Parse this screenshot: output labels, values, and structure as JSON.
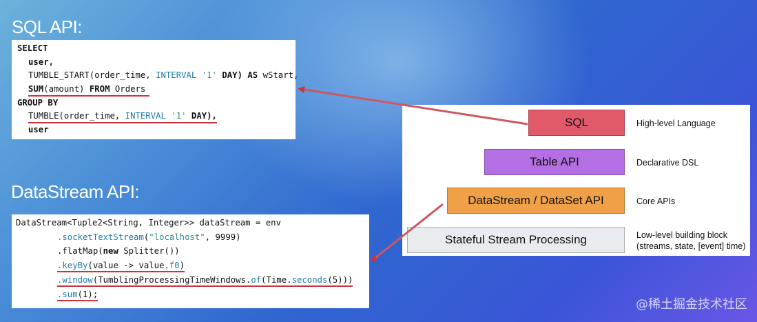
{
  "sql_section": {
    "title": "SQL API:",
    "lines": [
      "SELECT",
      "user,",
      "TUMBLE_START(order_time, ",
      "'1'",
      " DAY) ",
      "AS",
      " wStart,",
      "SUM",
      "(amount) ",
      "FROM",
      " Orders",
      "GROUP BY",
      "TUMBLE(order_time, ",
      "INTERVAL",
      "'1'",
      " DAY),",
      "user",
      "INTERVAL"
    ]
  },
  "datastream_section": {
    "title": "DataStream API:",
    "line1": "DataStream<Tuple2<String, Integer>> dataStream = env",
    "socket": ".socketTextStream",
    "socket_args_open": "(",
    "socket_host": "\"localhost\"",
    "socket_args_close": ", 9999)",
    "flatmap": ".flatMap(",
    "new_kw": "new",
    "flatmap_rest": " Splitter())",
    "keyby": ".keyBy",
    "keyby_rest": "(value -> value.",
    "keyby_field": "f0",
    "keyby_close": ")",
    "window": ".window",
    "window_mid": "(TumblingProcessingTimeWindows.",
    "window_of": "of",
    "window_time": "(Time.",
    "window_seconds": "seconds",
    "window_close": "(5)))",
    "sum": ".sum",
    "sum_rest": "(1);"
  },
  "stack": {
    "layers": [
      {
        "label": "SQL",
        "desc": "High-level Language",
        "color": "#e05a6a"
      },
      {
        "label": "Table API",
        "desc": "Declarative DSL",
        "color": "#b36fe3"
      },
      {
        "label": "DataStream / DataSet API",
        "desc": "Core APIs",
        "color": "#f0a047"
      },
      {
        "label": "Stateful Stream Processing",
        "desc_line1": "Low-level building block",
        "desc_line2": "(streams, state, [event] time)",
        "color": "#e8ecf1"
      }
    ]
  },
  "arrow_color": "#c9343d",
  "watermark": "@稀土掘金技术社区"
}
